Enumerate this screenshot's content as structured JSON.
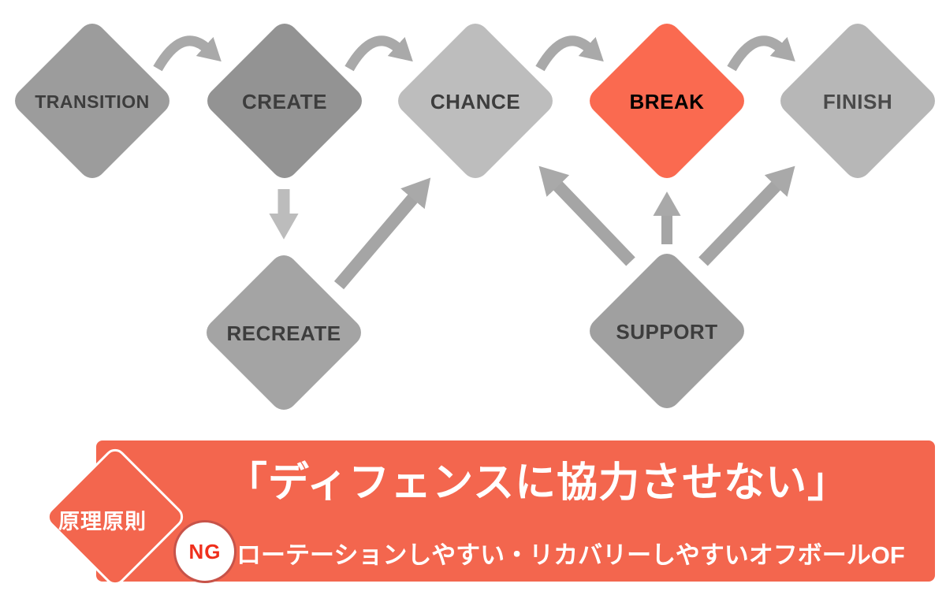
{
  "diagram": {
    "nodes": [
      {
        "id": "transition",
        "label": "TRANSITION",
        "color": "#9c9c9c",
        "text_color": "#3d3d3d"
      },
      {
        "id": "create",
        "label": "CREATE",
        "color": "#939393",
        "text_color": "#3d3d3d"
      },
      {
        "id": "chance",
        "label": "CHANCE",
        "color": "#bdbdbd",
        "text_color": "#3d3d3d"
      },
      {
        "id": "break",
        "label": "BREAK",
        "color": "#fa6a50",
        "text_color": "#000000"
      },
      {
        "id": "finish",
        "label": "FINISH",
        "color": "#b7b7b7",
        "text_color": "#4a4a4a"
      },
      {
        "id": "recreate",
        "label": "RECREATE",
        "color": "#a4a4a4",
        "text_color": "#3d3d3d"
      },
      {
        "id": "support",
        "label": "SUPPORT",
        "color": "#a0a0a0",
        "text_color": "#3d3d3d"
      }
    ],
    "edges": [
      {
        "from": "transition",
        "to": "create",
        "style": "curved"
      },
      {
        "from": "create",
        "to": "chance",
        "style": "curved"
      },
      {
        "from": "chance",
        "to": "break",
        "style": "curved"
      },
      {
        "from": "break",
        "to": "finish",
        "style": "curved"
      },
      {
        "from": "create",
        "to": "recreate",
        "style": "straight-down"
      },
      {
        "from": "recreate",
        "to": "chance",
        "style": "diagonal-up"
      },
      {
        "from": "support",
        "to": "chance",
        "style": "diagonal-up"
      },
      {
        "from": "support",
        "to": "break",
        "style": "straight-up"
      },
      {
        "from": "support",
        "to": "finish",
        "style": "diagonal-up"
      }
    ],
    "arrow_color": "#a9a9a9",
    "light_arrow_color": "#bcbcbc"
  },
  "banner": {
    "badge_label": "原理原則",
    "ng_label": "NG",
    "headline": "「ディフェンスに協力させない」",
    "subline": "ローテーションしやすい・リカバリーしやすいオフボールOF",
    "colors": {
      "background": "#f3664e",
      "text": "#ffffff",
      "ng_text": "#ef2f1c",
      "ng_ring": "#c75349"
    }
  }
}
